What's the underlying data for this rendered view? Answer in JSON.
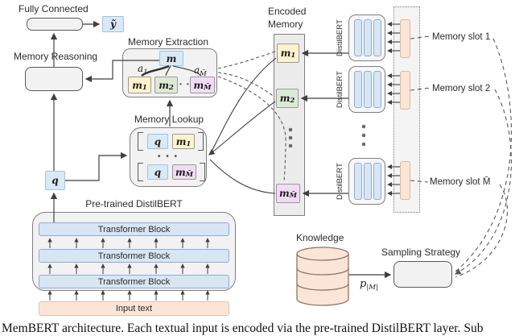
{
  "figure": {
    "caption": "MemBERT architecture. Each textual input is encoded via the pre-trained DistilBERT layer. Sub"
  },
  "labels": {
    "fully_connected": "Fully Connected",
    "memory_reasoning": "Memory Reasoning",
    "memory_extraction": "Memory Extraction",
    "memory_lookup": "Memory Lookup",
    "pretrained_distilbert": "Pre-trained DistilBERT",
    "encoded_line1": "Encoded",
    "encoded_line2": "Memory",
    "distilbert": "DistilBERT",
    "memory_slot_1": "Memory slot 1",
    "memory_slot_2": "Memory slot 2",
    "memory_slot_M": "Memory slot M̄",
    "knowledge": "Knowledge",
    "sampling_strategy": "Sampling Strategy",
    "transformer_block": "Transformer Block",
    "input_text": "Input text"
  },
  "math": {
    "yhat": {
      "base": "ỹ"
    },
    "q": {
      "base": "q"
    },
    "m": {
      "base": "m"
    },
    "a1": {
      "base": "a",
      "sub": "1"
    },
    "aM": {
      "base": "a",
      "sub": "M̄"
    },
    "m1": {
      "base": "m",
      "sub": "1"
    },
    "m2": {
      "base": "m",
      "sub": "2"
    },
    "mM": {
      "base": "m",
      "sub": "M̄"
    },
    "p": {
      "base": "p",
      "sub": "|M|"
    }
  },
  "ellipsis": {
    "h": "• • •"
  },
  "colors": {
    "blue_fill": "#dbe9f6",
    "blue_border": "#9cc3e5",
    "yellow_fill": "#fff2cc",
    "green_fill": "#dcead5",
    "pink_fill": "#f2dbf4",
    "peach_fill": "#fbe5d6",
    "container_fill": "#f2f2f2",
    "line": "#444444",
    "dashed_line": "#595959"
  }
}
